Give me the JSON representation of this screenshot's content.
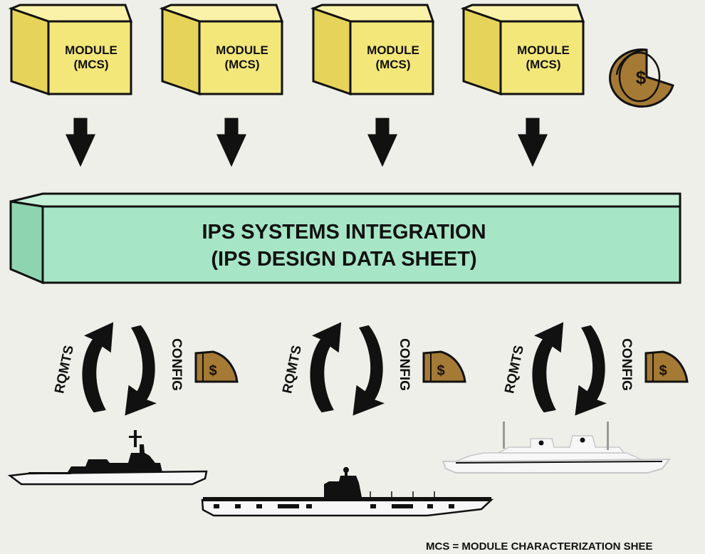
{
  "colors": {
    "background": "#edefe8",
    "module_front": "#f4e77a",
    "module_side": "#e6d35a",
    "module_top": "#faf2a8",
    "bar_front": "#a6e6c6",
    "bar_top": "#c4f0d8",
    "bar_side": "#8ed4b0",
    "coin": "#a57a35",
    "ink": "#111111",
    "ship_white": "#f7f7f7",
    "ship_dark": "#111111"
  },
  "modules": [
    {
      "line1": "MODULE",
      "line2": "(MCS)"
    },
    {
      "line1": "MODULE",
      "line2": "(MCS)"
    },
    {
      "line1": "MODULE",
      "line2": "(MCS)"
    },
    {
      "line1": "MODULE",
      "line2": "(MCS)"
    }
  ],
  "money_icon": {
    "symbol": "$"
  },
  "integration": {
    "line1": "IPS SYSTEMS INTEGRATION",
    "line2": "(IPS DESIGN DATA SHEET)"
  },
  "cycles": [
    {
      "left_label": "RQMTS",
      "right_label": "CONFIG",
      "symbol": "$",
      "ship": "destroyer"
    },
    {
      "left_label": "RQMTS",
      "right_label": "CONFIG",
      "symbol": "$",
      "ship": "aircraft-carrier"
    },
    {
      "left_label": "RQMTS",
      "right_label": "CONFIG",
      "symbol": "$",
      "ship": "cruise-ship"
    }
  ],
  "footnote": "MCS = MODULE CHARACTERIZATION SHEE"
}
